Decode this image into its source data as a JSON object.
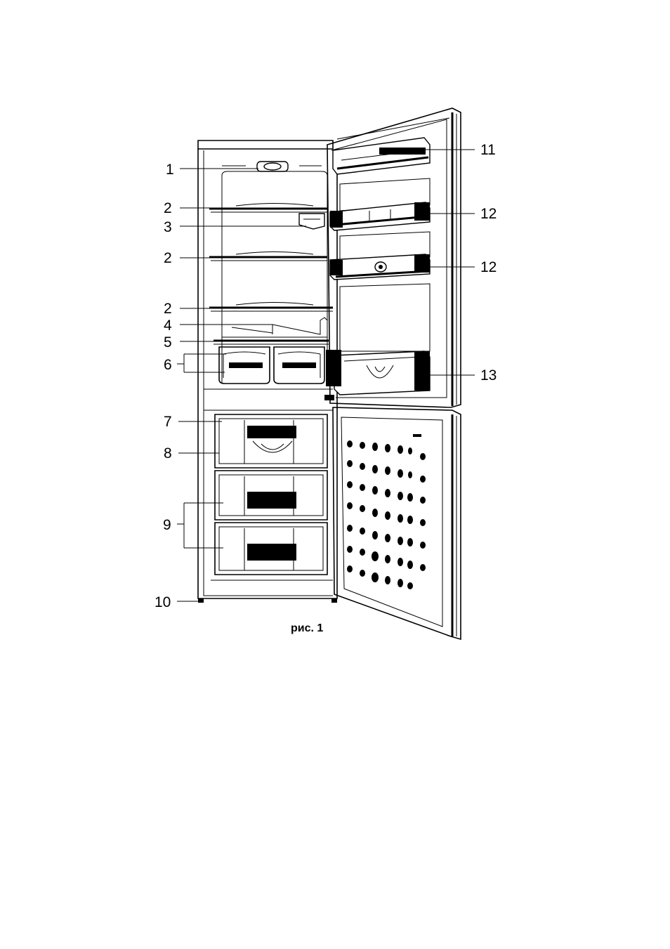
{
  "figure": {
    "caption": "рис. 1",
    "left_labels": [
      {
        "id": "label-1",
        "text": "1"
      },
      {
        "id": "label-2a",
        "text": "2"
      },
      {
        "id": "label-3",
        "text": "3"
      },
      {
        "id": "label-2b",
        "text": "2"
      },
      {
        "id": "label-2c",
        "text": "2"
      },
      {
        "id": "label-4",
        "text": "4"
      },
      {
        "id": "label-5",
        "text": "5"
      },
      {
        "id": "label-6",
        "text": "6"
      },
      {
        "id": "label-7",
        "text": "7"
      },
      {
        "id": "label-8",
        "text": "8"
      },
      {
        "id": "label-9",
        "text": "9"
      },
      {
        "id": "label-10",
        "text": "10"
      }
    ],
    "right_labels": [
      {
        "id": "label-11",
        "text": "11"
      },
      {
        "id": "label-12a",
        "text": "12"
      },
      {
        "id": "label-12b",
        "text": "12"
      },
      {
        "id": "label-13",
        "text": "13"
      }
    ]
  }
}
